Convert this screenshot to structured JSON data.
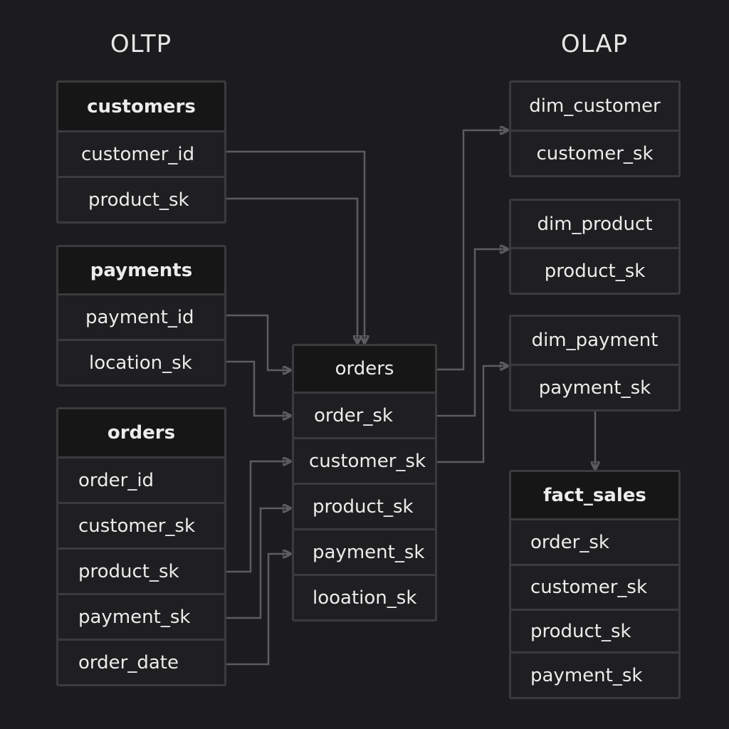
{
  "sections": {
    "oltp": "OLTP",
    "olap": "OLAP"
  },
  "oltp_tables": {
    "customers": {
      "name": "customers",
      "fields": [
        "customer_id",
        "product_sk"
      ]
    },
    "payments": {
      "name": "payments",
      "fields": [
        "payment_id",
        "location_sk"
      ]
    },
    "orders": {
      "name": "orders",
      "fields": [
        "order_id",
        "customer_sk",
        "product_sk",
        "payment_sk",
        "order_date"
      ]
    }
  },
  "center_table": {
    "name": "orders",
    "fields": [
      "order_sk",
      "customer_sk",
      "product_sk",
      "payment_sk",
      "looation_sk"
    ]
  },
  "olap_tables": {
    "dim_customer": {
      "name": "dim_customer",
      "fields": [
        "customer_sk"
      ]
    },
    "dim_product": {
      "name": "dim_product",
      "fields": [
        "product_sk"
      ]
    },
    "dim_payment": {
      "name": "dim_payment",
      "fields": [
        "payment_sk"
      ]
    },
    "fact_sales": {
      "name": "fact_sales",
      "fields": [
        "order_sk",
        "customer_sk",
        "product_sk",
        "payment_sk"
      ]
    }
  },
  "colors": {
    "background": "#1c1c1e",
    "border": "#3b3b3e",
    "connector": "#5d5d60",
    "text": "#ececec"
  }
}
